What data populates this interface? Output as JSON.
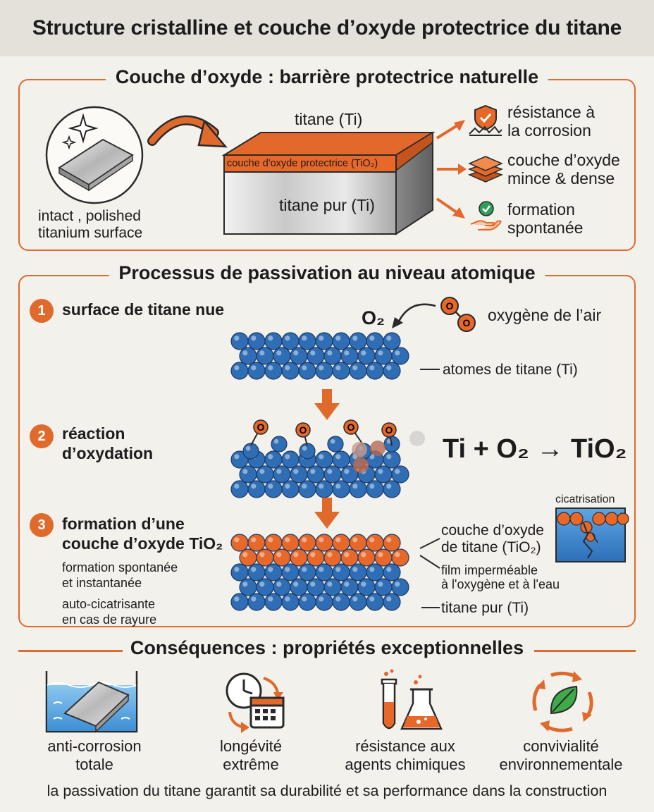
{
  "title": "Structure cristalline et couche d’oxyde protectrice du titane",
  "section1": {
    "title": "Couche d’oxyde : barrière protectrice naturelle",
    "surface_label_line1": "intact , polished",
    "surface_label_line2": "titanium surface",
    "block_top_label": "titane (Ti)",
    "oxide_layer_label": "couche d'oxyde protectrice (TiO₂)",
    "pure_label": "titane pur (Ti)",
    "benefits": [
      {
        "line1": "résistance à",
        "line2": "la corrosion",
        "icon": "shield-icon"
      },
      {
        "line1": "couche d’oxyde",
        "line2": "mince & dense",
        "icon": "layers-icon"
      },
      {
        "line1": "formation",
        "line2": "spontanée",
        "icon": "hand-check-icon"
      }
    ]
  },
  "section2": {
    "title": "Processus de passivation au niveau atomique",
    "steps": [
      {
        "number": "1",
        "line1": "surface de titane nue",
        "line2": ""
      },
      {
        "number": "2",
        "line1": "réaction",
        "line2": "d’oxydation"
      },
      {
        "number": "3",
        "line1": "formation d’une",
        "line2": "couche d’oxyde TiO₂"
      }
    ],
    "step3_notes": [
      "formation spontanée",
      "et instantanée",
      "auto-cicatrisante",
      "en cas de rayure"
    ],
    "o2_label": "O₂",
    "oxygen_label": "oxygène de l’air",
    "atom_o_letter": "O",
    "ti_atoms_label": "atomes de titane (Ti)",
    "equation": "Ti + O₂ → TiO₂",
    "oxide_label_line1": "couche d’oxyde",
    "oxide_label_line2": "de titane (TiO₂)",
    "film_label_line1": "film imperméable",
    "film_label_line2": "à l'oxygène et à l'eau",
    "pure_ti_label": "titane pur (Ti)",
    "cicatrisation_label": "cicatrisation"
  },
  "section3": {
    "title": "Conséquences : propriétés exceptionnelles",
    "items": [
      {
        "line1": "anti-corrosion",
        "line2": "totale",
        "icon": "water-plate-icon"
      },
      {
        "line1": "longévité",
        "line2": "extrême",
        "icon": "clock-calendar-icon"
      },
      {
        "line1": "résistance aux",
        "line2": "agents chimiques",
        "icon": "lab-flask-icon"
      },
      {
        "line1": "convivialité",
        "line2": "environnementale",
        "icon": "leaf-cycle-icon"
      }
    ],
    "footer": "la passivation du titane garantit sa durabilité et sa performance dans la construction"
  },
  "colors": {
    "accent": "#e06a2c",
    "titanium_blue": "#2f6db5",
    "oxide_orange": "#e8682a",
    "background": "#f3f1ec"
  }
}
